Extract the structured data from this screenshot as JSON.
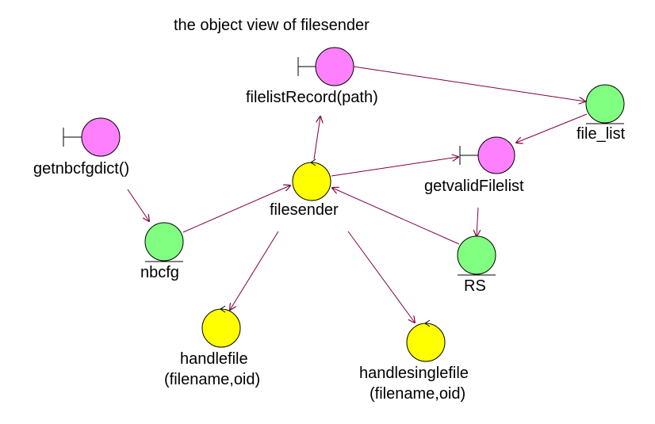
{
  "title": "the object view of filesender",
  "colors": {
    "boundary": "#ff80ff",
    "entity": "#80ff80",
    "control": "#ffff00",
    "stroke": "#000000",
    "link": "#800040"
  },
  "nodes": {
    "filelistRecord": {
      "kind": "boundary",
      "label": "filelistRecord(path)"
    },
    "file_list": {
      "kind": "entity",
      "label": "file_list"
    },
    "getnbcfgdict": {
      "kind": "boundary",
      "label": "getnbcfgdict()"
    },
    "getvalidFilelist": {
      "kind": "boundary",
      "label": "getvalidFilelist"
    },
    "filesender": {
      "kind": "control",
      "label": "filesender"
    },
    "nbcfg": {
      "kind": "entity",
      "label": "nbcfg"
    },
    "RS": {
      "kind": "entity",
      "label": "RS"
    },
    "handlefile": {
      "kind": "control",
      "label_line1": "handlefile",
      "label_line2": "(filename,oid)"
    },
    "handlesinglefile": {
      "kind": "control",
      "label_line1": "handlesinglefile",
      "label_line2": "(filename,oid)"
    }
  },
  "links": [
    {
      "from": "filelistRecord",
      "to": "file_list"
    },
    {
      "from": "file_list",
      "to": "getvalidFilelist"
    },
    {
      "from": "filesender",
      "to": "filelistRecord"
    },
    {
      "from": "filesender",
      "to": "getvalidFilelist"
    },
    {
      "from": "getnbcfgdict",
      "to": "nbcfg"
    },
    {
      "from": "nbcfg",
      "to": "filesender"
    },
    {
      "from": "getvalidFilelist",
      "to": "RS"
    },
    {
      "from": "RS",
      "to": "filesender"
    },
    {
      "from": "filesender",
      "to": "handlefile"
    },
    {
      "from": "filesender",
      "to": "handlesinglefile"
    }
  ]
}
